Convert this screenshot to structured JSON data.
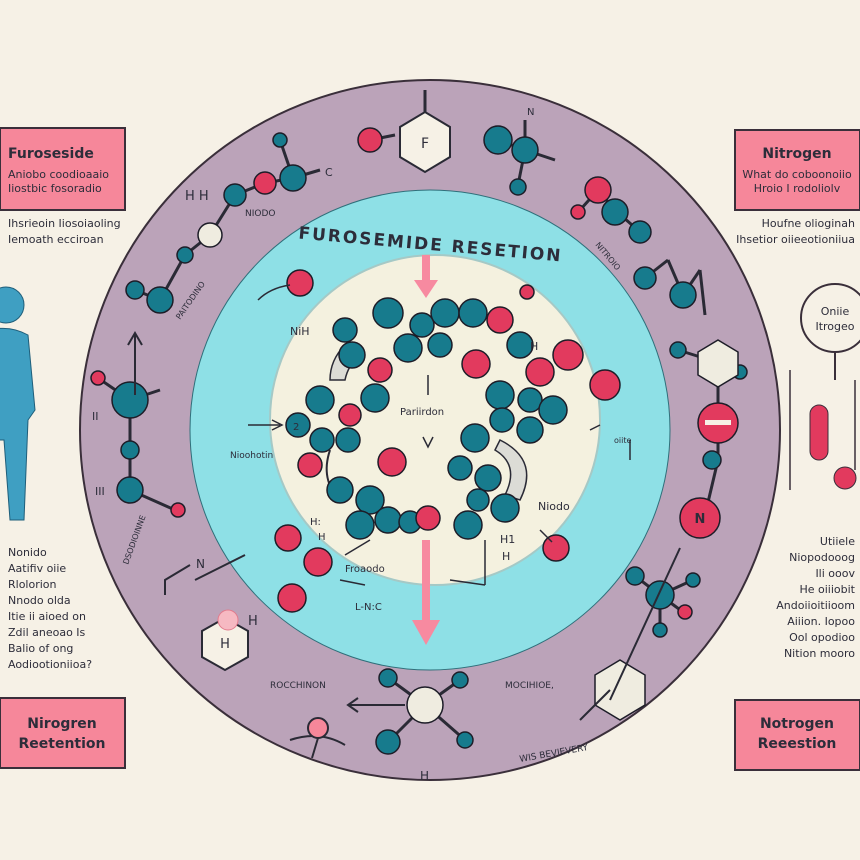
{
  "center_title": "FUROSEMIDE RESETION",
  "left_panel": {
    "top_box_title": "Furoseside",
    "top_box_lines": [
      "Aniobo coodioaaio",
      "Iiostbic fosoradio"
    ],
    "intro_lines": [
      "Ihsrieoin Iiosoiaoling",
      "Iemoath ecciroan"
    ],
    "body_lines": [
      "Nonido",
      "Aatifiv oiie",
      "Rlolorion",
      "Nnodo olda",
      "Itie ii aioed on",
      "Zdil aneoao Is",
      "Balio of ong",
      "Aodiootioniioa?"
    ],
    "bottom_box_lines": [
      "Nirogren",
      "Reetention"
    ]
  },
  "right_panel": {
    "top_box_title": "Nitrogen",
    "top_box_lines": [
      "What do coboonoiio",
      "Hroio I rodoliolv"
    ],
    "intro_lines": [
      "Houfne olioginah",
      "Ihsetior oiieeotioniiua"
    ],
    "bubble_lines": [
      "Oniie",
      "Itrogeo"
    ],
    "body_lines": [
      "Utiiele",
      "Niopodooog",
      "Ili ooov",
      "He oiiiobit",
      "Andoiioitiioom",
      "Aiiion. Iopoo",
      "Ool opodioo",
      "Nition mooro"
    ],
    "bottom_box_lines": [
      "Notrogen",
      "Reeestion"
    ]
  },
  "atom_labels": {
    "hh": "H H",
    "f_hex": "F",
    "co": "C",
    "n_top": "N",
    "niodo": "NIODO",
    "nh_inner": "NiH",
    "h_inner": "H",
    "nioohotin": "Nioohotin",
    "parerdon": "Pariirdon",
    "two": "2",
    "h_a": "H:",
    "h_b": "H",
    "niodo_inner": "Niodo",
    "hh_inner_a": "H1",
    "hh_inner_b": "H",
    "pronodo": "Froaodo",
    "lnc": "L-N:C",
    "oiite": "oiite",
    "h_bottom": "H",
    "h_stamp": "H",
    "h_stamp2": "H",
    "rocchinon": "ROCCHINON",
    "mocihioe": "MOCIHIOE,",
    "wibvenivery": "WIS BEVIEVERY",
    "n_ring": "N",
    "ii_left": "II",
    "ii_left2": "III",
    "stoodioinnes": "DSODIOINNE",
    "nitrodo": "NITROIO",
    "paitoinio": "PAITODINO",
    "hh_left": "H"
  }
}
